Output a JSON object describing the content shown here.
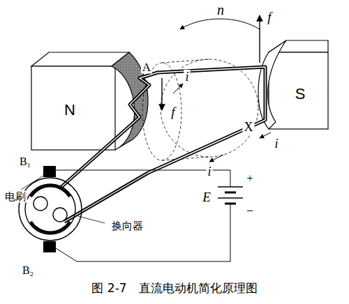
{
  "diagram": {
    "caption": "图 2-7　直流电动机简化原理图",
    "nodes": [
      {
        "text": [
          "N"
        ]
      },
      {
        "text": [
          "S"
        ]
      }
    ],
    "labels": [
      "n",
      "A",
      "i",
      "f",
      "f",
      "X",
      "i",
      "i",
      "B₁",
      "电刷",
      "换向器",
      "B₂",
      "E",
      "+",
      "−"
    ]
  }
}
